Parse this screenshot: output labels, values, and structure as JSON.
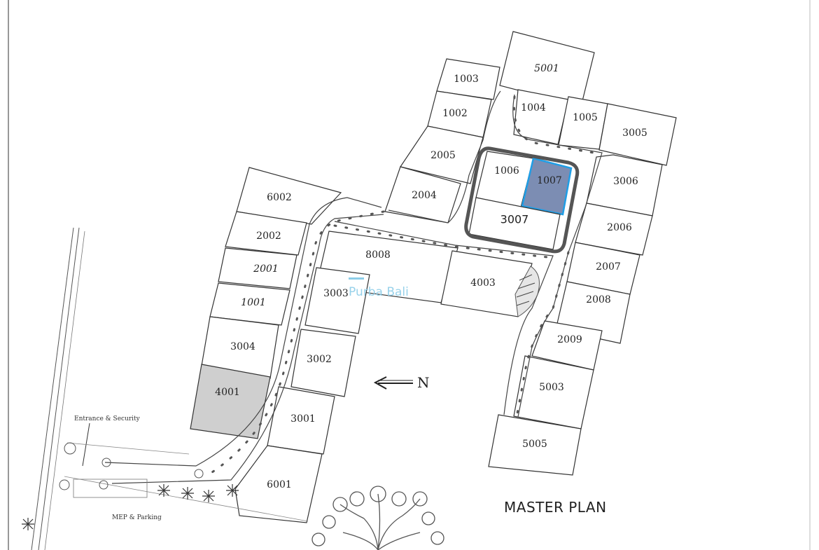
{
  "title": "MASTER PLAN",
  "north_label": "N",
  "watermark": "Purba Bali",
  "labels": {
    "entrance": "Entrance & Security",
    "mep": "MEP & Parking"
  },
  "colors": {
    "highlight_fill": "#7c8db3",
    "highlight_stroke": "#1f9ee6",
    "grey_lot_fill": "#cfcfcf",
    "watermark": "#8ccde8"
  },
  "lots": [
    {
      "id": "5001",
      "label": "5001"
    },
    {
      "id": "1003",
      "label": "1003"
    },
    {
      "id": "1002",
      "label": "1002"
    },
    {
      "id": "1004",
      "label": "1004"
    },
    {
      "id": "1005",
      "label": "1005"
    },
    {
      "id": "3005",
      "label": "3005"
    },
    {
      "id": "2005",
      "label": "2005"
    },
    {
      "id": "1006",
      "label": "1006"
    },
    {
      "id": "1007",
      "label": "1007",
      "state": "highlighted"
    },
    {
      "id": "3006",
      "label": "3006"
    },
    {
      "id": "2004",
      "label": "2004"
    },
    {
      "id": "3007",
      "label": "3007"
    },
    {
      "id": "6002",
      "label": "6002"
    },
    {
      "id": "2006",
      "label": "2006"
    },
    {
      "id": "2002",
      "label": "2002"
    },
    {
      "id": "8008",
      "label": "8008"
    },
    {
      "id": "2007",
      "label": "2007"
    },
    {
      "id": "2001",
      "label": "2001"
    },
    {
      "id": "4003",
      "label": "4003"
    },
    {
      "id": "3003",
      "label": "3003"
    },
    {
      "id": "2008",
      "label": "2008"
    },
    {
      "id": "1001",
      "label": "1001"
    },
    {
      "id": "2009",
      "label": "2009"
    },
    {
      "id": "3004",
      "label": "3004"
    },
    {
      "id": "3002",
      "label": "3002"
    },
    {
      "id": "5003",
      "label": "5003"
    },
    {
      "id": "4001",
      "label": "4001",
      "state": "grey"
    },
    {
      "id": "3001",
      "label": "3001"
    },
    {
      "id": "5005",
      "label": "5005"
    },
    {
      "id": "6001",
      "label": "6001"
    }
  ]
}
